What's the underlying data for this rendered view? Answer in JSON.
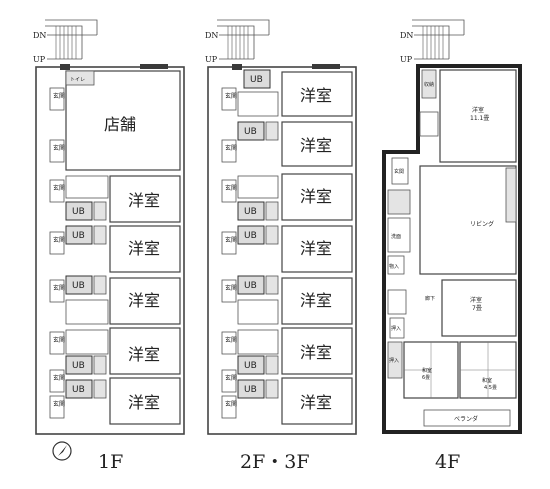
{
  "floors": [
    {
      "id": "1f",
      "label": "1F",
      "stairs": {
        "down": "DN",
        "up": "UP"
      },
      "shop": "店舗",
      "toilet": "トイレ",
      "entrance": "玄関",
      "unit_room": "洋室",
      "bath": "UB"
    },
    {
      "id": "2f3f",
      "label": "2F・3F",
      "stairs": {
        "down": "DN",
        "up": "UP"
      },
      "entrance": "玄関",
      "unit_room": "洋室",
      "bath": "UB"
    },
    {
      "id": "4f",
      "label": "4F",
      "stairs": {
        "down": "DN",
        "up": "UP"
      },
      "rooms": {
        "western": "洋室",
        "western_size": "11.1畳",
        "living": "リビング",
        "western2": "洋室",
        "western2_size": "7畳",
        "japanese1": "和室",
        "japanese1_size": "6畳",
        "japanese2": "和室",
        "japanese2_size": "4.5畳",
        "veranda": "ベランダ",
        "storage": "収納",
        "closet": "押入",
        "hall": "廊下",
        "entrance": "玄関",
        "washroom": "洗面",
        "pantry": "物入"
      }
    }
  ],
  "icons": {
    "compass": "compass-icon"
  }
}
